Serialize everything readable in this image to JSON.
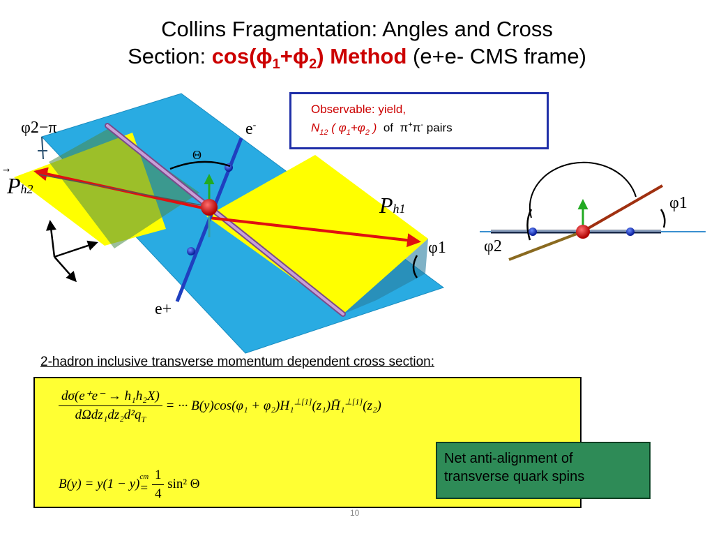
{
  "title": {
    "line1": "Collins Fragmentation: Angles and Cross",
    "line2_prefix": "Section: ",
    "line2_red": "cos(ϕ",
    "line2_red_sub1": "1",
    "line2_red_plus": "+ϕ",
    "line2_red_sub2": "2",
    "line2_red_close": ") Method",
    "line2_suffix": " (e+e- CMS frame)"
  },
  "observable": {
    "line1": "Observable: yield,",
    "n": "N",
    "n_sub": "12",
    "open": " ( φ",
    "sub1": "1",
    "plus": "+φ",
    "sub2": "2",
    "close": " )",
    "of": "  of  π",
    "sup_plus": "+",
    "pi": "π",
    "sup_minus": "-",
    "pairs": " pairs"
  },
  "diagram_labels": {
    "phi2_minus_pi": "φ2−π",
    "e_minus": "e",
    "e_minus_sup": "-",
    "theta": "Θ",
    "p_h2": "P",
    "p_h2_sub": "h2",
    "p_h1": "P",
    "p_h1_sub": "h1",
    "phi1_left": "φ1",
    "e_plus": "e+",
    "phi1_right": "φ1",
    "phi2_right": "φ2"
  },
  "cross_section": {
    "heading": "2-hadron inclusive transverse momentum dependent cross section:",
    "eq1_num": "dσ(e⁺e⁻ → h₁h₂X)",
    "eq1_den": "dΩdz₁dz₂d²q",
    "eq1_den_sub": "T",
    "eq1_rhs": "= ··· B(y)cos(φ₁ + φ₂)H₁",
    "eq1_sup1": "⊥[1]",
    "eq1_mid": "(z₁)H̄₁",
    "eq1_sup2": "⊥[1]",
    "eq1_end": "(z₂)",
    "eq2_lhs": "B(y) = y(1 − y)",
    "eq2_cm": "cm",
    "eq2_eq": "=",
    "eq2_num": "1",
    "eq2_den": "4",
    "eq2_rhs": "sin² Θ"
  },
  "note": {
    "line1": "Net anti-alignment of",
    "line2": "transverse quark spins"
  },
  "page_number": "10",
  "colors": {
    "title_red": "#cc0000",
    "plane_blue": "#29abe2",
    "plane_yellow": "#ffff00",
    "axis_blue": "#1f3fbf",
    "vector_red": "#e01010",
    "rod_purple": "#a070b0",
    "formula_bg": "#ffff33",
    "note_bg": "#2e8b57",
    "box_border": "#1f2fa8"
  }
}
